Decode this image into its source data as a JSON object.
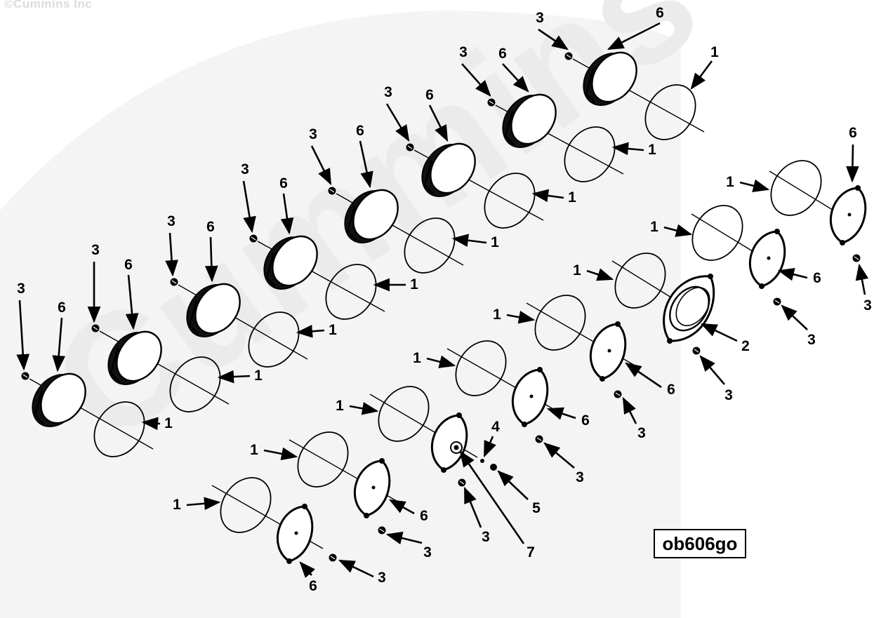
{
  "copyright": "©Cummins Inc",
  "watermark": "Cummins",
  "figure_id": "ob606go",
  "colors": {
    "ink": "#000000",
    "watermark": "#f2f2f2",
    "background": "#ffffff"
  },
  "callouts": {
    "gasket_o_ring": "1",
    "cover_plate_with_housing": "2",
    "capscrew": "3",
    "part_4": "4",
    "part_5": "5",
    "plug_cover": "6",
    "part_7": "7"
  }
}
